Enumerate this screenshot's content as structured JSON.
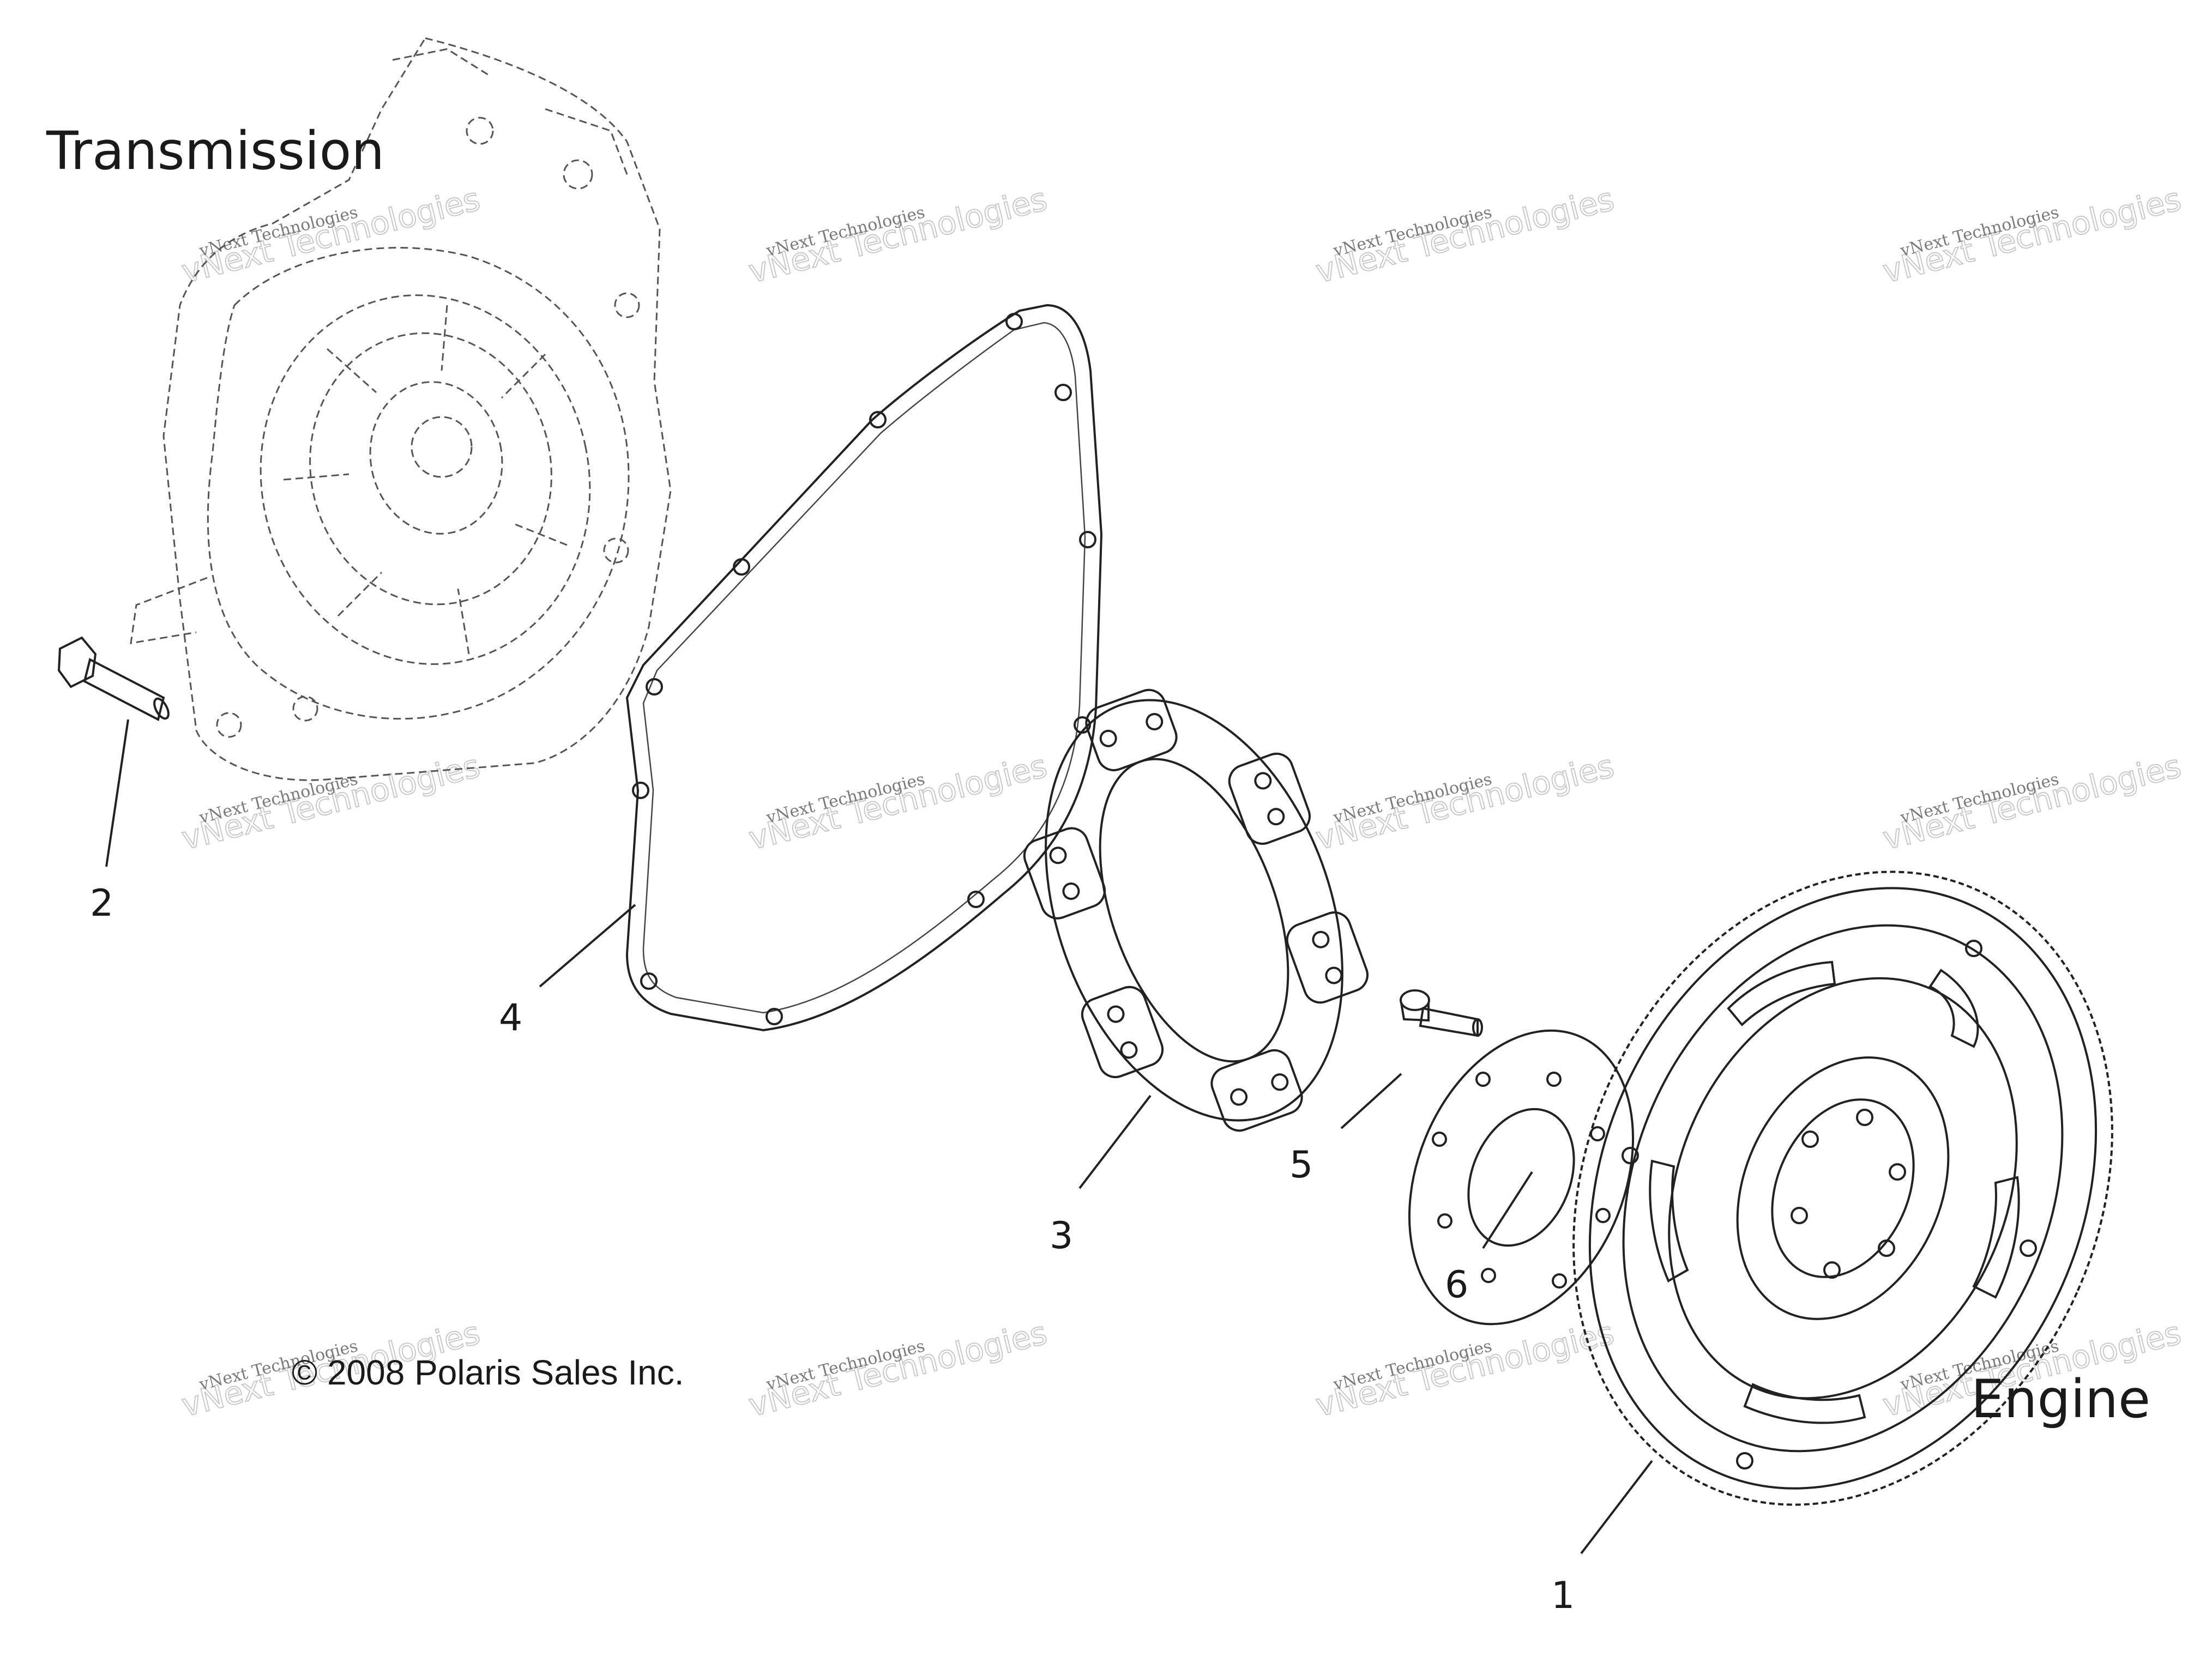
{
  "labels": {
    "transmission": "Transmission",
    "engine": "Engine",
    "copyright": "© 2008 Polaris Sales Inc."
  },
  "callouts": [
    "1",
    "2",
    "3",
    "4",
    "5",
    "6"
  ],
  "watermark": {
    "line1": "vNext Technologies",
    "line2": "vNext Technologies"
  }
}
